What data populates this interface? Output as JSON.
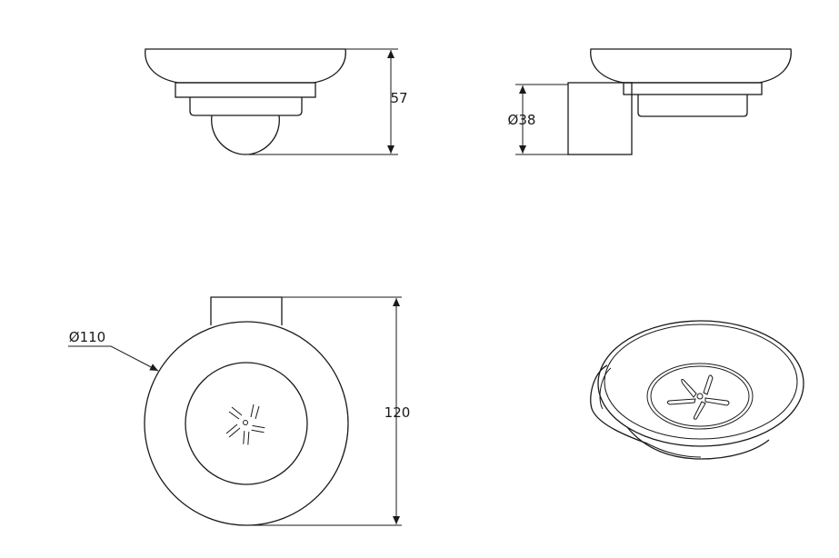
{
  "drawing": {
    "dimensions": {
      "height": "57",
      "mount_diameter": "Ø38",
      "dish_diameter": "Ø110",
      "depth": "120"
    }
  }
}
